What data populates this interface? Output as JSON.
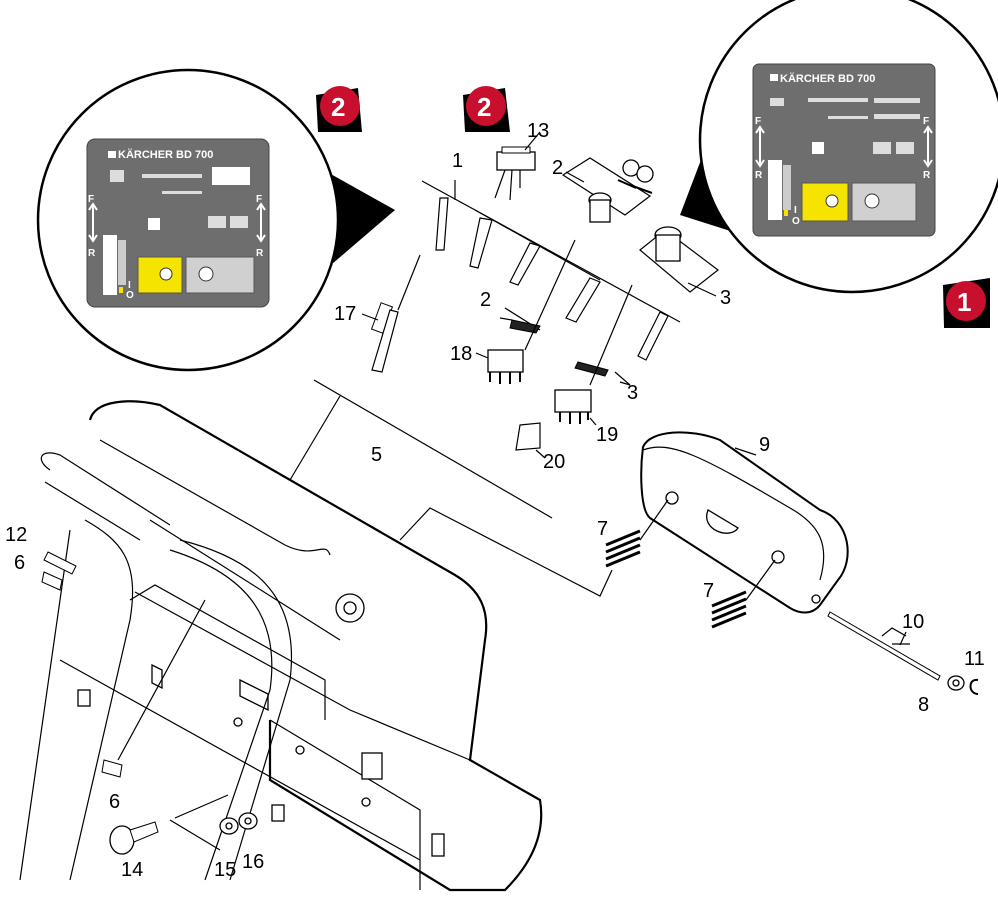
{
  "callouts": {
    "c1": "1",
    "c2a": "2",
    "c2b": "2",
    "c3a": "3",
    "c3b": "3",
    "c5": "5",
    "c6a": "6",
    "c6b": "6",
    "c7a": "7",
    "c7b": "7",
    "c8": "8",
    "c9": "9",
    "c10": "10",
    "c11": "11",
    "c12": "12",
    "c13": "13",
    "c14": "14",
    "c15": "15",
    "c16": "16",
    "c17": "17",
    "c18": "18",
    "c19": "19",
    "c20": "20"
  },
  "badges": {
    "left": "2",
    "center": "2",
    "right": "1"
  },
  "panels": {
    "left": {
      "title": "KÄRCHER BD 700",
      "forward": "F",
      "reverse": "R",
      "switch_i": "I",
      "switch_o": "O"
    },
    "right": {
      "title": "KÄRCHER BD 700",
      "forward": "F",
      "reverse": "R",
      "switch_i": "I",
      "switch_o": "O"
    }
  },
  "colors": {
    "badge_red": "#c8102e",
    "panel_gray": "#6e6e6e",
    "key_yellow": "#f5e400"
  }
}
